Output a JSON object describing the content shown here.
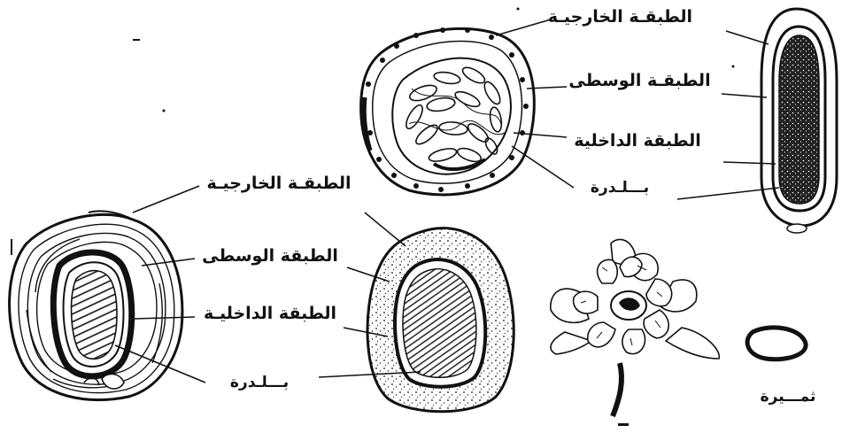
{
  "labels": {
    "top": {
      "exocarp": "الطبقـة الخارجيـة",
      "mesocarp": "الطبقـة الوسطى",
      "endocarp": "الطبقة الداخلية",
      "seed": "بـــلـدرة"
    },
    "middle": {
      "exocarp": "الطبقـة الخارجيـة",
      "mesocarp": "الطبقة الوسطى",
      "endocarp": "الطبقة الداخليـة",
      "seed": "بـــلـدرة"
    },
    "fruitlet": "ثمـــيرة"
  },
  "colors": {
    "ink": "#111111",
    "background": "#ffffff"
  }
}
